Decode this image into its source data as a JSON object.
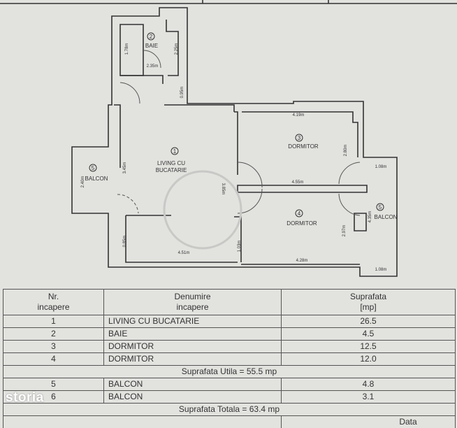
{
  "plan": {
    "rooms": [
      {
        "nr": "1",
        "label_lines": [
          "LIVING CU",
          "BUCATARIE"
        ]
      },
      {
        "nr": "2",
        "label_lines": [
          "BAIE"
        ]
      },
      {
        "nr": "3",
        "label_lines": [
          "DORMITOR"
        ]
      },
      {
        "nr": "4",
        "label_lines": [
          "DORMITOR"
        ]
      },
      {
        "nr": "5",
        "label_lines": [
          "BALCON"
        ]
      },
      {
        "nr": "5",
        "label_lines": [
          "BALCON"
        ]
      }
    ],
    "dimensions": {
      "baie_left": "1.78m",
      "baie_right": "2.25m",
      "baie_bottom": "2.35m",
      "hall": "0.95m",
      "d3_top": "4.19m",
      "d3_right": "2.80m",
      "corridor": "4.55m",
      "living_left": "3.45m",
      "living_mid": "3.85m",
      "balcon_left": "2.40m",
      "living_bottom_left": "0.85m",
      "living_bottom": "4.51m",
      "wall_small": "1.03m",
      "d4_bottom": "4.28m",
      "d4_right": "2.97m",
      "balcon_right_top": "1.08m",
      "balcon_right_side": "4.35m",
      "balcon_right_bottom": "1.08m"
    }
  },
  "table": {
    "headers": {
      "nr": [
        "Nr.",
        "incapere"
      ],
      "name": [
        "Denumire",
        "incapere"
      ],
      "area": [
        "Suprafata",
        "[mp]"
      ]
    },
    "rows": [
      {
        "nr": "1",
        "name": "LIVING CU BUCATARIE",
        "area": "26.5"
      },
      {
        "nr": "2",
        "name": "BAIE",
        "area": "4.5"
      },
      {
        "nr": "3",
        "name": "DORMITOR",
        "area": "12.5"
      },
      {
        "nr": "4",
        "name": "DORMITOR",
        "area": "12.0"
      }
    ],
    "useful_total": "Suprafata Utila = 55.5 mp",
    "balcony_rows": [
      {
        "nr": "5",
        "name": "BALCON",
        "area": "4.8"
      },
      {
        "nr": "6",
        "name": "BALCON",
        "area": "3.1"
      }
    ],
    "grand_total": "Suprafata Totala = 63.4 mp",
    "footer_label": "Data"
  },
  "watermark": "storia"
}
